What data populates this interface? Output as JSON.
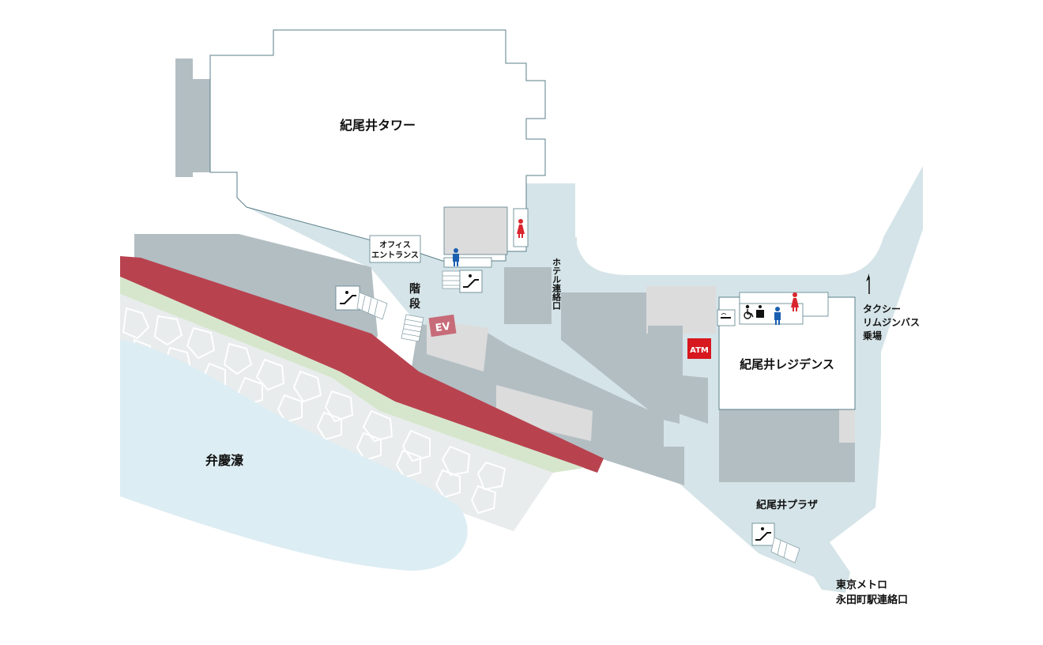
{
  "labels": {
    "tower": "紀尾井タワー",
    "office_entrance_line1": "オフィス",
    "office_entrance_line2": "エントランス",
    "stairs_line1": "階",
    "stairs_line2": "段",
    "ev": "EV",
    "hotel_link_vertical": "ホテル連絡口",
    "taxi_line1": "タクシー",
    "taxi_line2": "リムジンバス",
    "taxi_line3": "乗場",
    "residence": "紀尾井レジデンス",
    "atm": "ATM",
    "pond": "弁慶濠",
    "plaza": "紀尾井プラザ",
    "metro_line1": "東京メトロ",
    "metro_line2": "永田町駅連絡口"
  },
  "colors": {
    "walkway": "#d5e4e8",
    "building_white": "#ffffff",
    "building_gray": "#b3bec3",
    "road_red": "#b8434f",
    "green_strip": "#d6e6cc",
    "water": "#dcedf3",
    "cobble": "#e8eced",
    "toilet_female": "#d9262e",
    "toilet_male": "#1b5fb0",
    "ev_badge": "#c76b78",
    "atm_badge": "#d7181f"
  },
  "icons": [
    "escalator-icon",
    "female-toilet-icon",
    "male-toilet-icon",
    "wheelchair-icon",
    "nursing-room-icon",
    "smoking-area-icon",
    "north-arrow-icon"
  ]
}
